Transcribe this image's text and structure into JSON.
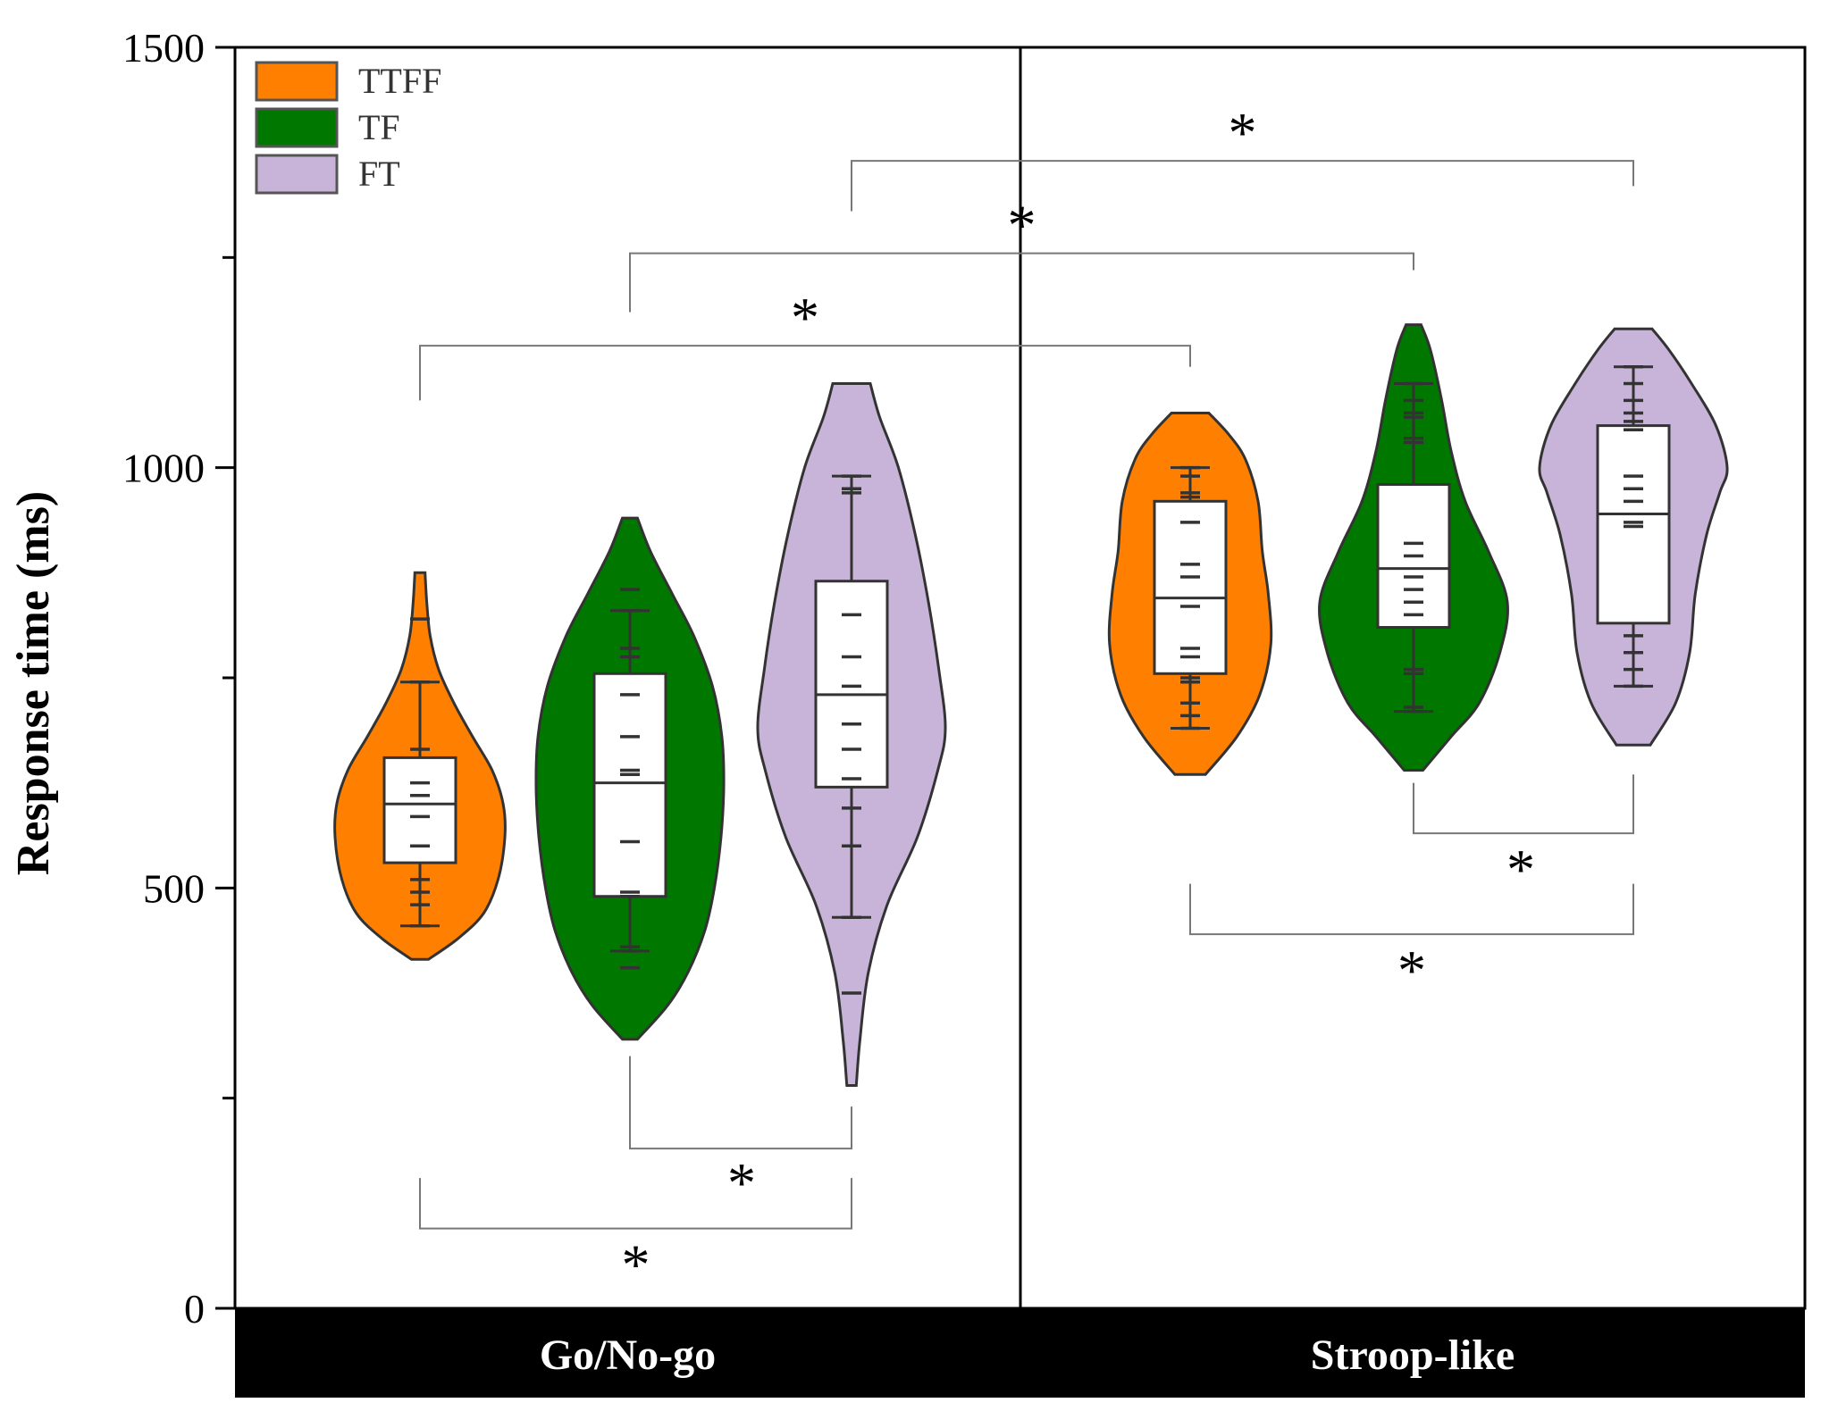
{
  "chart_data": {
    "type": "violin",
    "ylabel": "Response time (ms)",
    "ylim": [
      0,
      1500
    ],
    "yticks": [
      0,
      500,
      1000,
      1500
    ],
    "legend": {
      "position": "top-left",
      "items": [
        {
          "label": "TTFF",
          "color": "#FF7F00"
        },
        {
          "label": "TF",
          "color": "#007800"
        },
        {
          "label": "FT",
          "color": "#C8B4D8"
        }
      ]
    },
    "panels": [
      {
        "label": "Go/No-go",
        "groups": [
          {
            "name": "TTFF",
            "min": 415,
            "max": 875,
            "q1": 530,
            "median": 600,
            "q3": 655,
            "whisker_low": 455,
            "whisker_high": 745,
            "points": [
              820,
              745,
              665,
              625,
              610,
              585,
              550,
              510,
              495,
              480,
              455
            ],
            "violin": [
              [
                415,
                0.1
              ],
              [
                440,
                0.45
              ],
              [
                470,
                0.75
              ],
              [
                510,
                0.92
              ],
              [
                560,
                1.0
              ],
              [
                600,
                0.98
              ],
              [
                640,
                0.85
              ],
              [
                680,
                0.62
              ],
              [
                720,
                0.4
              ],
              [
                760,
                0.22
              ],
              [
                800,
                0.12
              ],
              [
                840,
                0.08
              ],
              [
                875,
                0.06
              ]
            ]
          },
          {
            "name": "TF",
            "min": 320,
            "max": 940,
            "q1": 490,
            "median": 625,
            "q3": 755,
            "whisker_low": 425,
            "whisker_high": 830,
            "points": [
              855,
              830,
              785,
              775,
              730,
              680,
              640,
              635,
              555,
              495,
              490,
              430,
              425,
              405
            ],
            "violin": [
              [
                320,
                0.08
              ],
              [
                360,
                0.4
              ],
              [
                400,
                0.62
              ],
              [
                450,
                0.8
              ],
              [
                500,
                0.9
              ],
              [
                560,
                0.97
              ],
              [
                620,
                1.0
              ],
              [
                680,
                0.98
              ],
              [
                740,
                0.88
              ],
              [
                800,
                0.68
              ],
              [
                850,
                0.45
              ],
              [
                900,
                0.22
              ],
              [
                940,
                0.08
              ]
            ]
          },
          {
            "name": "FT",
            "min": 265,
            "max": 1100,
            "q1": 620,
            "median": 730,
            "q3": 865,
            "whisker_low": 465,
            "whisker_high": 990,
            "points": [
              990,
              975,
              970,
              825,
              775,
              740,
              695,
              665,
              630,
              595,
              550,
              465,
              375
            ],
            "violin": [
              [
                265,
                0.05
              ],
              [
                320,
                0.09
              ],
              [
                400,
                0.18
              ],
              [
                480,
                0.38
              ],
              [
                560,
                0.7
              ],
              [
                640,
                0.92
              ],
              [
                690,
                1.0
              ],
              [
                760,
                0.93
              ],
              [
                840,
                0.82
              ],
              [
                920,
                0.68
              ],
              [
                1000,
                0.5
              ],
              [
                1060,
                0.3
              ],
              [
                1100,
                0.2
              ]
            ]
          }
        ]
      },
      {
        "label": "Stroop-like",
        "groups": [
          {
            "name": "TTFF",
            "min": 635,
            "max": 1065,
            "q1": 755,
            "median": 845,
            "q3": 960,
            "whisker_low": 690,
            "whisker_high": 1000,
            "points": [
              1000,
              990,
              970,
              965,
              935,
              885,
              870,
              835,
              785,
              775,
              750,
              745,
              720,
              705,
              690
            ],
            "violin": [
              [
                635,
                0.18
              ],
              [
                680,
                0.55
              ],
              [
                730,
                0.82
              ],
              [
                790,
                0.95
              ],
              [
                850,
                0.92
              ],
              [
                900,
                0.85
              ],
              [
                960,
                0.8
              ],
              [
                1010,
                0.65
              ],
              [
                1040,
                0.45
              ],
              [
                1065,
                0.22
              ]
            ]
          },
          {
            "name": "TF",
            "min": 640,
            "max": 1170,
            "q1": 810,
            "median": 880,
            "q3": 980,
            "whisker_low": 710,
            "whisker_high": 1100,
            "points": [
              1100,
              1080,
              1065,
              1060,
              1035,
              1030,
              910,
              895,
              870,
              855,
              840,
              825,
              760,
              755,
              715,
              710
            ],
            "violin": [
              [
                640,
                0.1
              ],
              [
                680,
                0.4
              ],
              [
                720,
                0.7
              ],
              [
                780,
                0.92
              ],
              [
                840,
                1.0
              ],
              [
                900,
                0.8
              ],
              [
                960,
                0.55
              ],
              [
                1020,
                0.4
              ],
              [
                1080,
                0.3
              ],
              [
                1140,
                0.18
              ],
              [
                1170,
                0.08
              ]
            ]
          },
          {
            "name": "FT",
            "min": 670,
            "max": 1165,
            "q1": 815,
            "median": 945,
            "q3": 1050,
            "whisker_low": 740,
            "whisker_high": 1120,
            "points": [
              1120,
              1100,
              1080,
              1065,
              1055,
              1045,
              990,
              975,
              960,
              935,
              930,
              800,
              780,
              760,
              740
            ],
            "violin": [
              [
                670,
                0.18
              ],
              [
                720,
                0.45
              ],
              [
                780,
                0.6
              ],
              [
                850,
                0.66
              ],
              [
                920,
                0.78
              ],
              [
                970,
                0.92
              ],
              [
                1000,
                1.0
              ],
              [
                1050,
                0.88
              ],
              [
                1100,
                0.62
              ],
              [
                1140,
                0.38
              ],
              [
                1165,
                0.2
              ]
            ]
          }
        ]
      }
    ],
    "significance": [
      {
        "from": "Go/No-go TTFF",
        "to": "Stroop-like TTFF",
        "label": "*",
        "side": "top",
        "bar": 1145,
        "left_tip": 1080,
        "right_tip": 1120
      },
      {
        "from": "Go/No-go TF",
        "to": "Stroop-like TF",
        "label": "*",
        "side": "top",
        "bar": 1255,
        "left_tip": 1185,
        "right_tip": 1235
      },
      {
        "from": "Go/No-go FT",
        "to": "Stroop-like FT",
        "label": "*",
        "side": "top",
        "bar": 1365,
        "left_tip": 1305,
        "right_tip": 1335
      },
      {
        "from": "Go/No-go TF",
        "to": "Go/No-go FT",
        "label": "*",
        "side": "bottom",
        "bar": 190,
        "left_tip": 300,
        "right_tip": 240
      },
      {
        "from": "Go/No-go TTFF",
        "to": "Go/No-go FT",
        "label": "*",
        "side": "bottom",
        "bar": 95,
        "left_tip": 155,
        "right_tip": 155
      },
      {
        "from": "Stroop-like TF",
        "to": "Stroop-like FT",
        "label": "*",
        "side": "bottom",
        "bar": 565,
        "left_tip": 625,
        "right_tip": 635
      },
      {
        "from": "Stroop-like TTFF",
        "to": "Stroop-like FT",
        "label": "*",
        "side": "bottom",
        "bar": 445,
        "left_tip": 505,
        "right_tip": 505
      }
    ]
  }
}
